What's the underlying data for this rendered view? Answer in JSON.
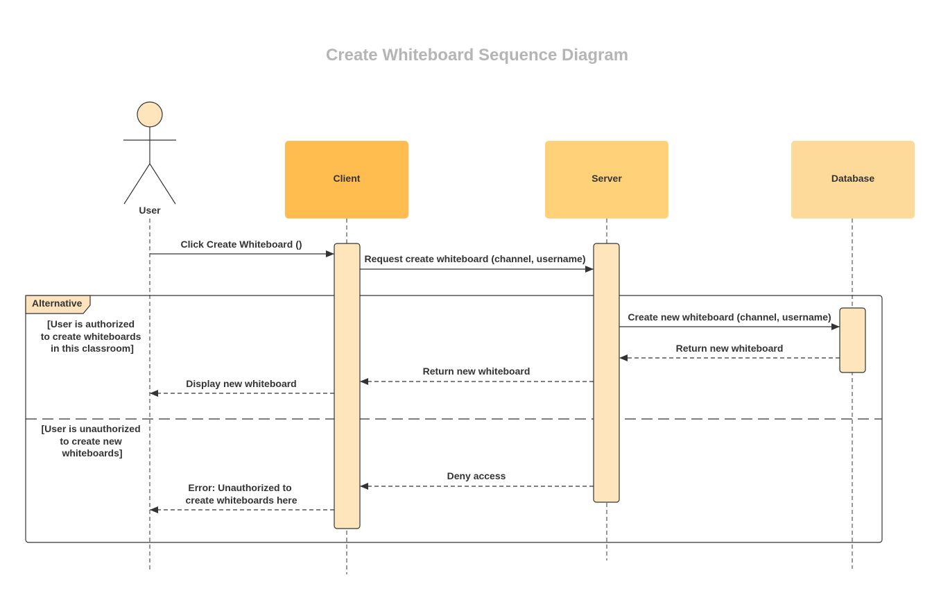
{
  "title": "Create Whiteboard Sequence Diagram",
  "participants": {
    "user": {
      "label": "User",
      "kind": "actor"
    },
    "client": {
      "label": "Client",
      "color": "#ffbd4f"
    },
    "server": {
      "label": "Server",
      "color": "#ffd27a"
    },
    "database": {
      "label": "Database",
      "color": "#fdda9a"
    }
  },
  "messages": {
    "m1": "Click Create Whiteboard ()",
    "m2": "Request create whiteboard (channel, username)",
    "m3": "Create new whiteboard (channel, username)",
    "m4": "Return new whiteboard",
    "m5": "Return new whiteboard",
    "m6": "Display new whiteboard",
    "m7": "Deny access",
    "m8_line1": "Error: Unauthorized to",
    "m8_line2": "create whiteboards here"
  },
  "fragment": {
    "operator": "Alternative",
    "guard1": [
      "[User is authorized",
      "to create whiteboards",
      "in this classroom]"
    ],
    "guard2": [
      "[User is unauthorized",
      "to create new",
      "whiteboards]"
    ]
  },
  "colors": {
    "activation_fill": "#ffe5bb",
    "actor_fill": "#ffe5bb",
    "fragment_tag_fill": "#fde3bd",
    "stroke": "#333333",
    "title": "#b5b5b5"
  }
}
